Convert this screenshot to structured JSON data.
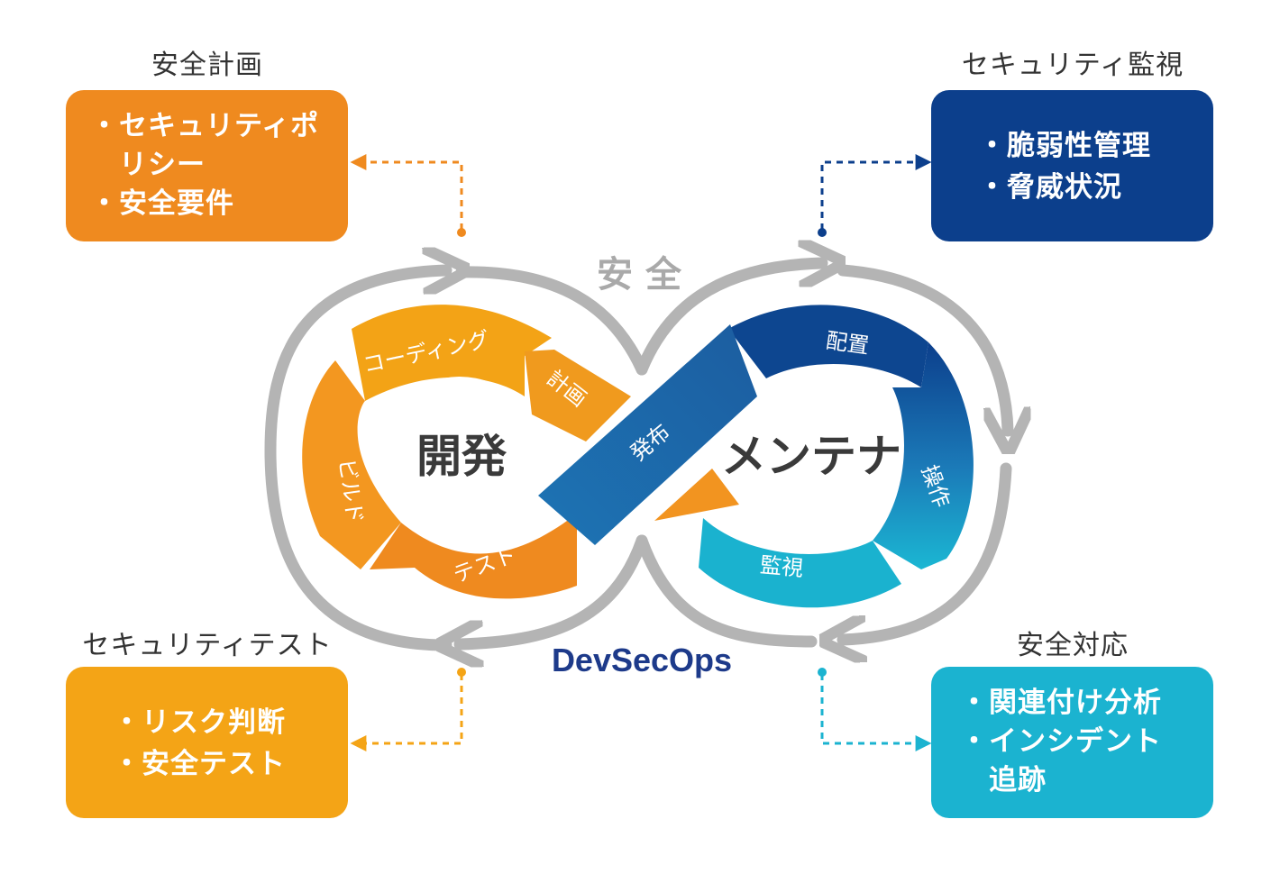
{
  "colors": {
    "orange": "#ef8a1f",
    "orange_light": "#f4a416",
    "navy": "#0c3f8c",
    "blue": "#1a6fb0",
    "cyan": "#1bb3d0",
    "gray_arrow": "#b4b4b4",
    "brand": "#1d3a8a"
  },
  "title_center": "安全",
  "brand": "DevSecOps",
  "left_loop": {
    "label": "開発",
    "segments": [
      "計画",
      "コーディング",
      "ビルド",
      "テスト"
    ]
  },
  "release": "発布",
  "right_loop": {
    "label": "メンテナ",
    "segments": [
      "配置",
      "操作",
      "監視"
    ]
  },
  "cards": {
    "top_left": {
      "title": "安全計画",
      "lines": [
        "・セキュリティポ",
        "　リシー",
        "・安全要件"
      ]
    },
    "top_right": {
      "title": "セキュリティ監視",
      "lines": [
        "・脆弱性管理",
        "・脅威状況"
      ]
    },
    "bottom_left": {
      "title": "セキュリティテスト",
      "lines": [
        "・リスク判断",
        "・安全テスト"
      ]
    },
    "bottom_right": {
      "title": "安全対応",
      "lines": [
        "・関連付け分析",
        "・インシデント",
        "　追跡"
      ]
    }
  }
}
